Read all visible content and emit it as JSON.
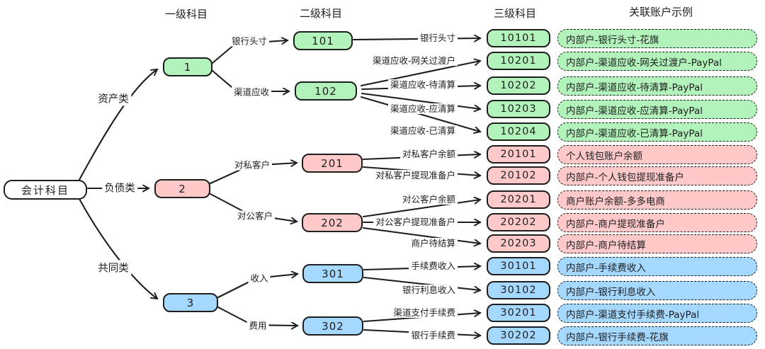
{
  "colors": {
    "green": "#b2f2bb",
    "pink": "#ffc9c9",
    "blue": "#a5d8ff",
    "stroke": "#1e1e1e",
    "background": "#ffffff"
  },
  "headers": {
    "level1": "一级科目",
    "level2": "二级科目",
    "level3": "三级科目",
    "examples": "关联账户示例"
  },
  "root_label": "会计科目",
  "groups": [
    {
      "name": "assets",
      "branch_label": "资产类",
      "level1_code": "1",
      "color": "green",
      "level2": [
        {
          "edge_label": "银行头寸",
          "code": "101",
          "children": [
            {
              "edge_label": "银行头寸",
              "code": "10101",
              "example": "内部户-银行头寸-花旗"
            }
          ]
        },
        {
          "edge_label": "渠道应收",
          "code": "102",
          "children": [
            {
              "edge_label": "渠道应收-网关过渡户",
              "code": "10201",
              "example": "内部户-渠道应收-网关过渡户-PayPal"
            },
            {
              "edge_label": "渠道应收-待清算",
              "code": "10202",
              "example": "内部户-渠道应收-待清算-PayPal"
            },
            {
              "edge_label": "渠道应收-应清算",
              "code": "10203",
              "example": "内部户-渠道应收-应清算-PayPal"
            },
            {
              "edge_label": "渠道应收-已清算",
              "code": "10204",
              "example": "内部户-渠道应收-已清算-PayPal"
            }
          ]
        }
      ]
    },
    {
      "name": "liabilities",
      "branch_label": "负债类",
      "level1_code": "2",
      "color": "pink",
      "level2": [
        {
          "edge_label": "对私客户",
          "code": "201",
          "children": [
            {
              "edge_label": "对私客户余额",
              "code": "20101",
              "example": "个人钱包账户余额"
            },
            {
              "edge_label": "对私客户提现准备户",
              "code": "20102",
              "example": "内部户-个人钱包提现准备户"
            }
          ]
        },
        {
          "edge_label": "对公客户",
          "code": "202",
          "children": [
            {
              "edge_label": "对公客户余额",
              "code": "20201",
              "example": "商户账户余额-多多电商"
            },
            {
              "edge_label": "对公客户提现准备户",
              "code": "20202",
              "example": "内部户-商户提现准备户"
            },
            {
              "edge_label": "商户待结算",
              "code": "20203",
              "example": "内部户-商户待结算"
            }
          ]
        }
      ]
    },
    {
      "name": "common",
      "branch_label": "共同类",
      "level1_code": "3",
      "color": "blue",
      "level2": [
        {
          "edge_label": "收入",
          "code": "301",
          "children": [
            {
              "edge_label": "手续费收入",
              "code": "30101",
              "example": "内部户-手续费收入"
            },
            {
              "edge_label": "银行利息收入",
              "code": "30102",
              "example": "内部户-银行利息收入"
            }
          ]
        },
        {
          "edge_label": "费用",
          "code": "302",
          "children": [
            {
              "edge_label": "渠道支付手续费",
              "code": "30201",
              "example": "内部户-渠道支付手续费-PayPal"
            },
            {
              "edge_label": "银行手续费",
              "code": "30202",
              "example": "内部户-银行手续费-花旗"
            }
          ]
        }
      ]
    }
  ]
}
